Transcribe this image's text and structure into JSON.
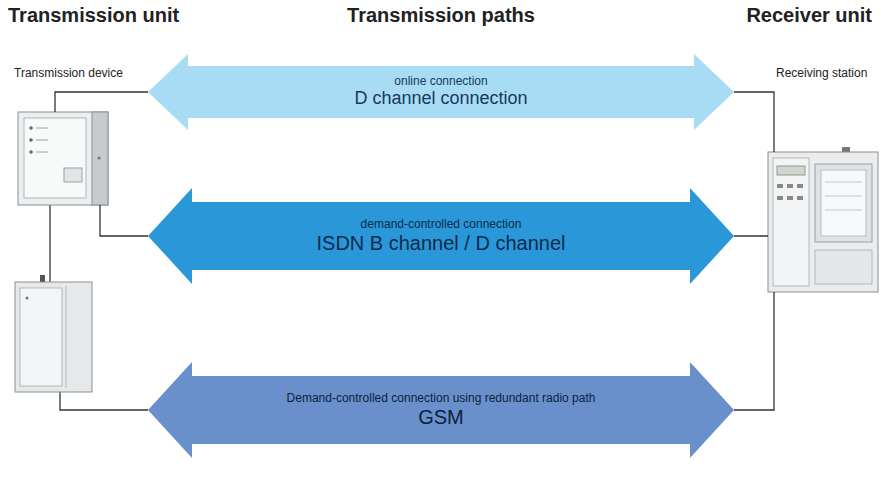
{
  "diagram": {
    "nodes": [
      {
        "text": [
          "Transmission device"
        ]
      },
      {
        "text": [
          "online connection",
          "D channel connection"
        ]
      },
      {
        "text": [
          "demand-controlled connection",
          "ISDN B channel / D channel"
        ]
      },
      {
        "text": [
          "Demand-controlled connection using redundant radio path",
          "GSM"
        ]
      },
      {
        "text": [
          "Receiving station"
        ]
      }
    ],
    "edges": [
      {
        "from": 0,
        "to": 1,
        "arrow": "none"
      },
      {
        "from": 0,
        "to": 2,
        "arrow": "none"
      },
      {
        "from": 1,
        "to": 4,
        "arrow": "none"
      },
      {
        "from": 2,
        "to": 4,
        "arrow": "none"
      },
      {
        "from": 3,
        "to": 4,
        "arrow": "none"
      }
    ],
    "labels": [
      "Transmission unit",
      "Transmission paths",
      "Receiver unit"
    ]
  }
}
